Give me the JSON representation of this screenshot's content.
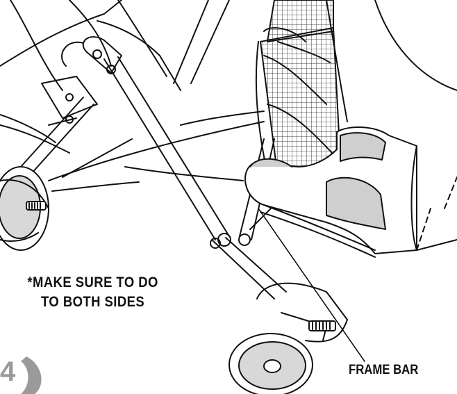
{
  "instruction_note": {
    "line1": "*MAKE SURE TO DO",
    "line2": "TO BOTH SIDES"
  },
  "callout_label": "FRAME BAR",
  "step_number": "4",
  "colors": {
    "line": "#111111",
    "wheel_hub": "#d8d8d8",
    "shoe": "#cfcfcf",
    "step_badge": "#9a9a9a"
  },
  "icons": [
    "stroller-illustration",
    "foot-icon",
    "wheel-icon",
    "step-badge-icon"
  ]
}
